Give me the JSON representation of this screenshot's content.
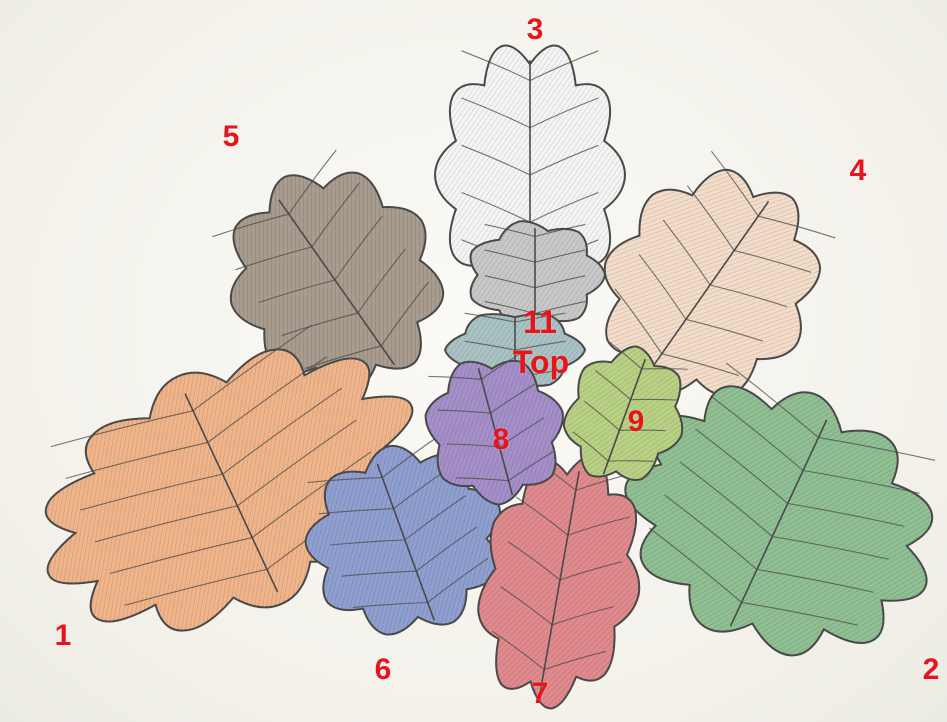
{
  "figure": {
    "labels": {
      "one": "1",
      "two": "2",
      "three": "3",
      "four": "4",
      "five": "5",
      "six": "6",
      "seven": "7",
      "eight": "8",
      "nine": "9",
      "eleven": "11",
      "top": "Top"
    },
    "colors": {
      "label": "#e8141b",
      "leaf_1": "#efb48a",
      "leaf_2": "#8fbf93",
      "leaf_3": "#f4f4f4",
      "leaf_4": "#f3dcc8",
      "leaf_5": "#a89c8f",
      "leaf_6": "#8f9fd0",
      "leaf_7": "#e08a8e",
      "leaf_8": "#a48fc8",
      "leaf_9": "#b9d184",
      "leaf_10": "#c8c8c8",
      "leaf_11": "#a9c2c3",
      "outline": "#4a4a4a"
    }
  }
}
